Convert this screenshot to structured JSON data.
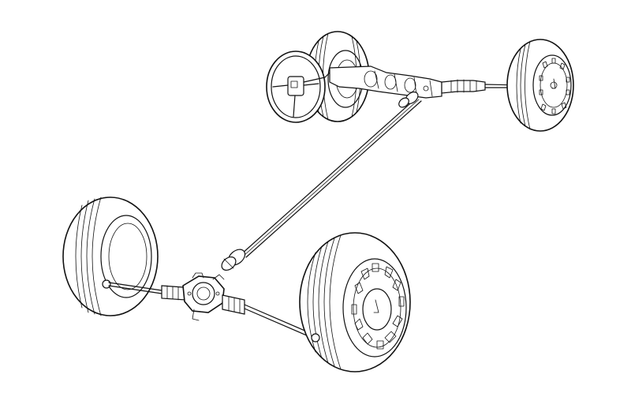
{
  "illustration": {
    "style": "line-drawing",
    "colors": {
      "ink": "#111111",
      "paper": "#ffffff"
    },
    "components": [
      "front-left-wheel",
      "front-right-wheel",
      "rear-left-wheel",
      "rear-right-wheel",
      "steering-wheel",
      "transaxle",
      "front-driveshaft",
      "propeller-shaft",
      "rear-differential",
      "rear-driveshaft-left",
      "rear-driveshaft-right"
    ]
  }
}
